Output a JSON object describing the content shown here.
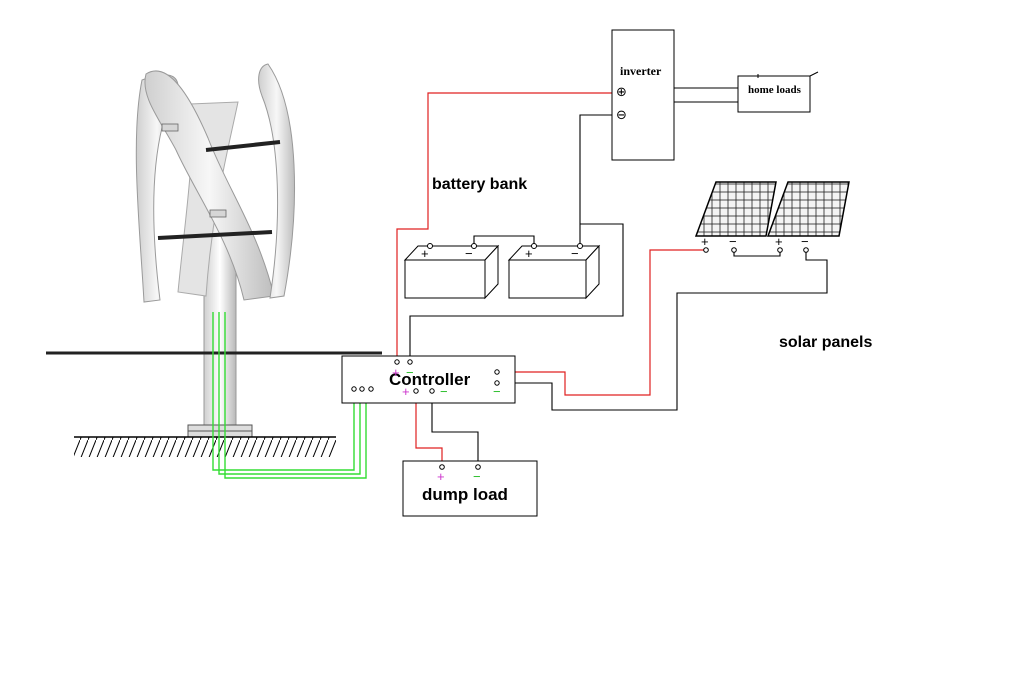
{
  "labels": {
    "inverter": "inverter",
    "home_loads": "home loads",
    "battery_bank": "battery bank",
    "solar_panels": "solar panels",
    "controller": "Controller",
    "dump_load": "dump load"
  },
  "signs": {
    "plus": "+",
    "minus": "−",
    "inv_plus": "⊕",
    "inv_minus": "⊖"
  },
  "colors": {
    "positive_wire": "#e02020",
    "negative_wire": "#000000",
    "wind_wire": "#33dd33",
    "controller_green": "#22bb22",
    "dump_terminal": "#cc33cc",
    "turbine_blade": "#eeeeee"
  }
}
